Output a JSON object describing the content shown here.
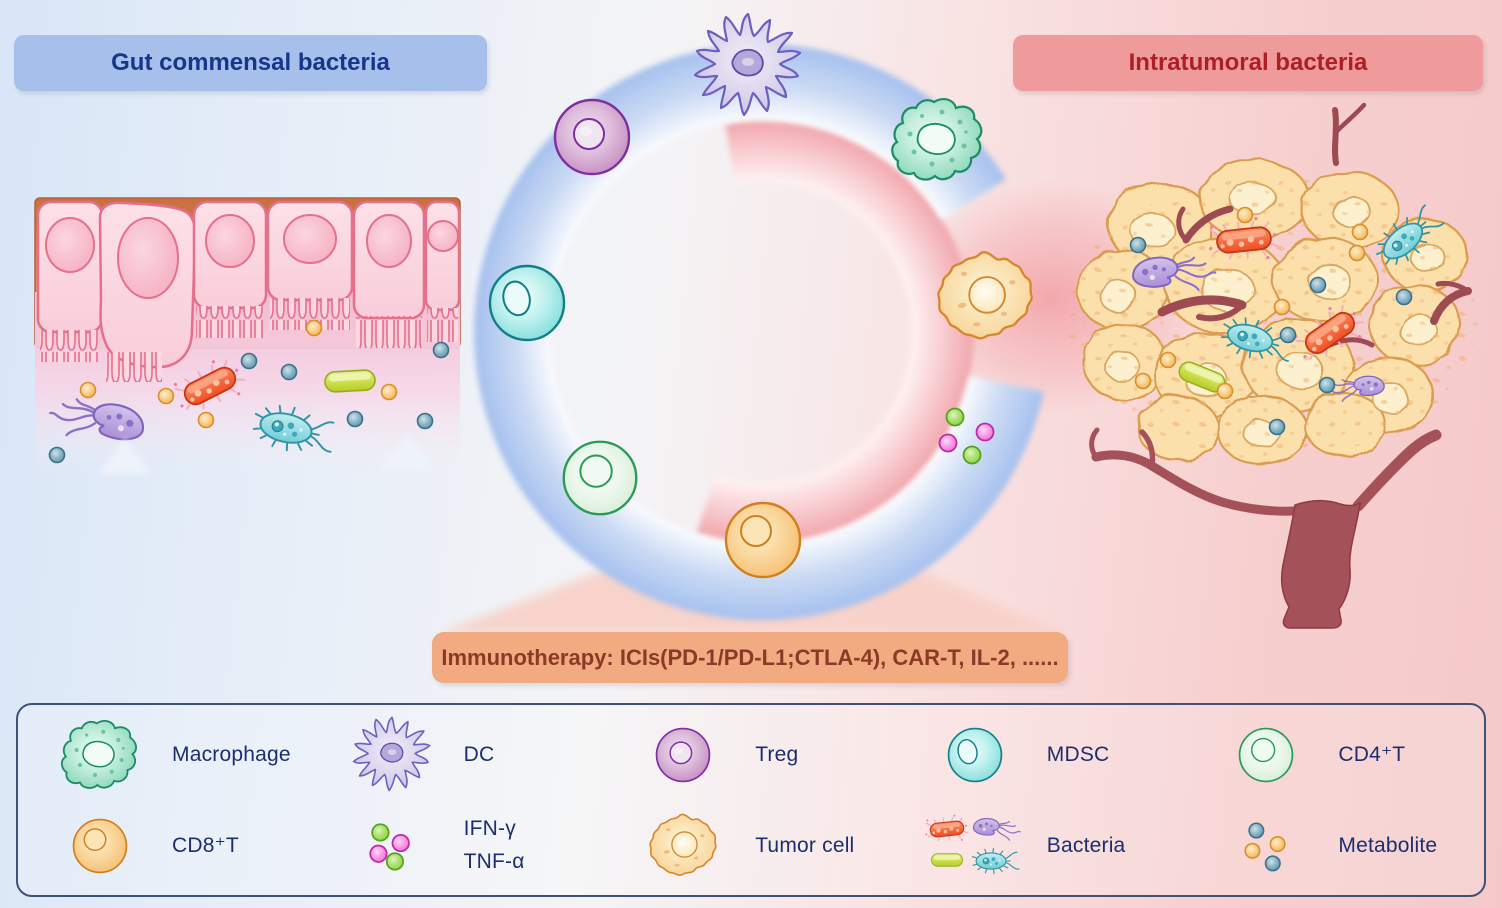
{
  "banners": {
    "gut": {
      "label": "Gut commensal bacteria",
      "bg": "#a6c0eb",
      "text_color": "#16368c"
    },
    "intratumoral": {
      "label": "Intratumoral bacteria",
      "bg": "#ef9b9b",
      "text_color": "#ae1e25"
    },
    "immunotherapy": {
      "label": "Immunotherapy: ICIs(PD-1/PD-L1;CTLA-4), CAR-T, IL-2, ......",
      "bg": "#f2aa81",
      "text_color": "#8a3a26"
    }
  },
  "legend": {
    "text_color": "#1c2e6e",
    "items": [
      {
        "icon": "macrophage-icon",
        "label": "Macrophage"
      },
      {
        "icon": "dc-icon",
        "label": "DC"
      },
      {
        "icon": "treg-icon",
        "label": "Treg"
      },
      {
        "icon": "mdsc-icon",
        "label": "MDSC"
      },
      {
        "icon": "cd4-t-icon",
        "label": "CD4⁺T"
      },
      {
        "icon": "cd8-t-icon",
        "label": "CD8⁺T"
      },
      {
        "icon": "cytokines-icon",
        "label_line1": "IFN-γ",
        "label_line2": "TNF-α"
      },
      {
        "icon": "tumor-cell-icon",
        "label": "Tumor cell"
      },
      {
        "icon": "bacteria-icon",
        "label": "Bacteria"
      },
      {
        "icon": "metabolite-icon",
        "label": "Metabolite"
      }
    ]
  },
  "diagram": {
    "cycle_cell_icons": [
      "dc",
      "macrophage",
      "tumor-cell",
      "cytokines",
      "cd8-t",
      "cd4-t",
      "mdsc",
      "treg"
    ],
    "left_illustration_icon": "gut-epithelium-with-commensal-bacteria",
    "right_illustration_icon": "tumor-mass-with-bacteria-and-blood-vessels"
  },
  "colors": {
    "ring_blue": "#a3bfee",
    "ring_pink": "#f0a3a9",
    "macrophage": "#87d6b6",
    "dc": "#c9c0e4",
    "treg": "#c488be",
    "mdsc": "#7fdcda",
    "cd4_t": "#d3ecd6",
    "cd8_t": "#f5bd70",
    "tumor_cell": "#f7d294",
    "ifn_gamma_dot": "#8bd23f",
    "tnf_alpha_dot": "#ef6cd8",
    "metabolite_orange": "#f3ae4e",
    "metabolite_blue": "#5c91a8",
    "vessel": "#a4515a",
    "epithelium": "#f9cdd9"
  }
}
